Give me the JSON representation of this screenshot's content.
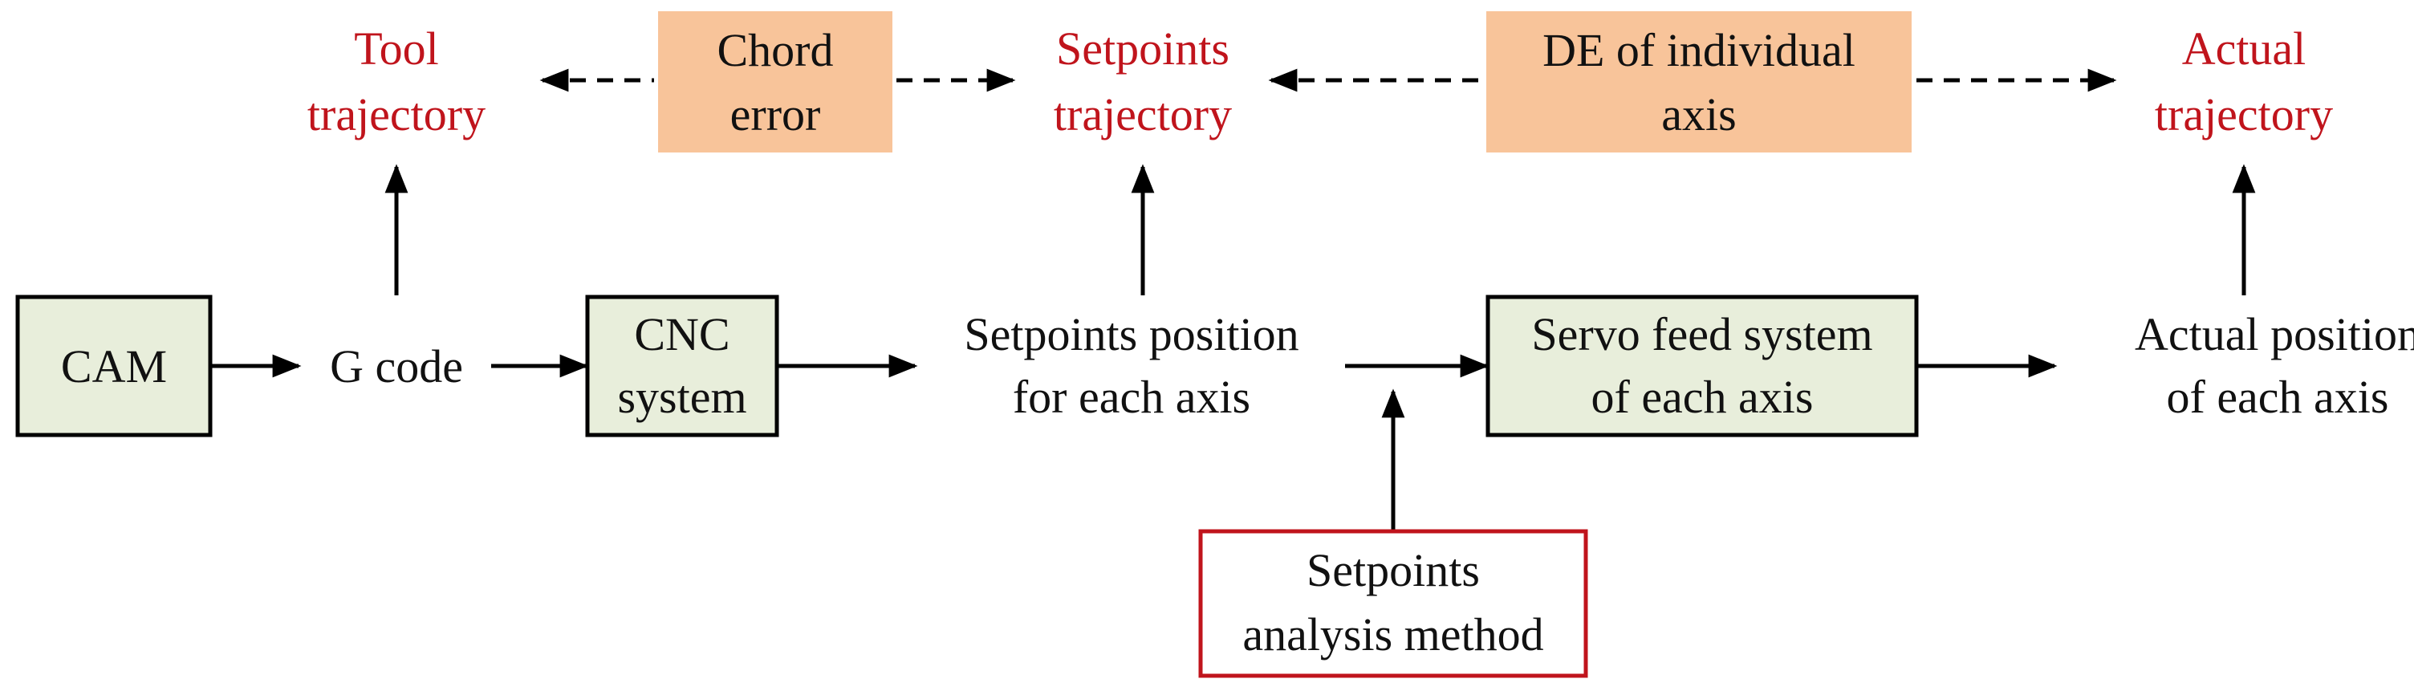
{
  "colors": {
    "red_text": "#c0141c",
    "green_box_fill": "#e8eedb",
    "orange_box_fill": "#f8c49a",
    "red_box_border": "#c0141c",
    "line": "#000000"
  },
  "top_row": {
    "tool_trajectory": [
      "Tool",
      "trajectory"
    ],
    "chord_error": [
      "Chord",
      "error"
    ],
    "setpoints_trajectory": [
      "Setpoints",
      "trajectory"
    ],
    "de_individual_axis": [
      "DE of individual",
      "axis"
    ],
    "actual_trajectory": [
      "Actual",
      "trajectory"
    ]
  },
  "middle_row": {
    "cam": "CAM",
    "g_code": "G code",
    "cnc_system": [
      "CNC",
      "system"
    ],
    "setpoints_position": [
      "Setpoints position",
      "for each axis"
    ],
    "servo_feed": [
      "Servo feed system",
      "of each axis"
    ],
    "actual_position": [
      "Actual position",
      "of each axis"
    ]
  },
  "bottom": {
    "setpoints_analysis": [
      "Setpoints",
      "analysis method"
    ]
  }
}
